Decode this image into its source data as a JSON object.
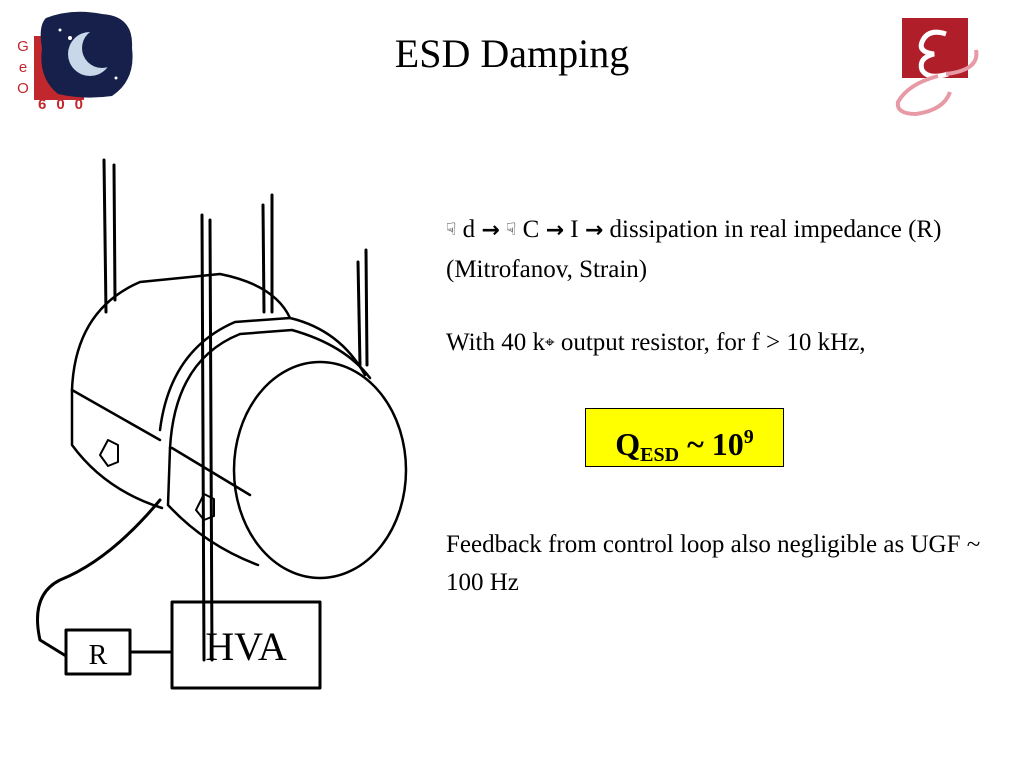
{
  "slide": {
    "title": "ESD Damping"
  },
  "logos": {
    "left": {
      "letters": [
        "G",
        "e",
        "O"
      ],
      "number": "600"
    }
  },
  "diagram": {
    "resistor_label": "R",
    "amplifier_label": "HVA"
  },
  "content": {
    "line1": {
      "sym1": "☟",
      "var1": "d",
      "arrow1": "→",
      "sym2": "☟",
      "var2": "C",
      "arrow2": "→",
      "var3": "I",
      "arrow3": "→",
      "text": "dissipation in real impedance (R) (Mitrofanov, Strain)"
    },
    "line2": {
      "before": "With 40 k",
      "omega": "⌖",
      "after": "output resistor, for f",
      "gt": ">",
      "end": "10 kHz,"
    },
    "q_box": {
      "q": "Q",
      "sub": "ESD",
      "mid": "~ 10",
      "sup": "9"
    },
    "line4": "Feedback from control loop also negligible as UGF ~ 100 Hz"
  },
  "colors": {
    "logo_red": "#c0282d",
    "highlight": "#ffff00"
  }
}
